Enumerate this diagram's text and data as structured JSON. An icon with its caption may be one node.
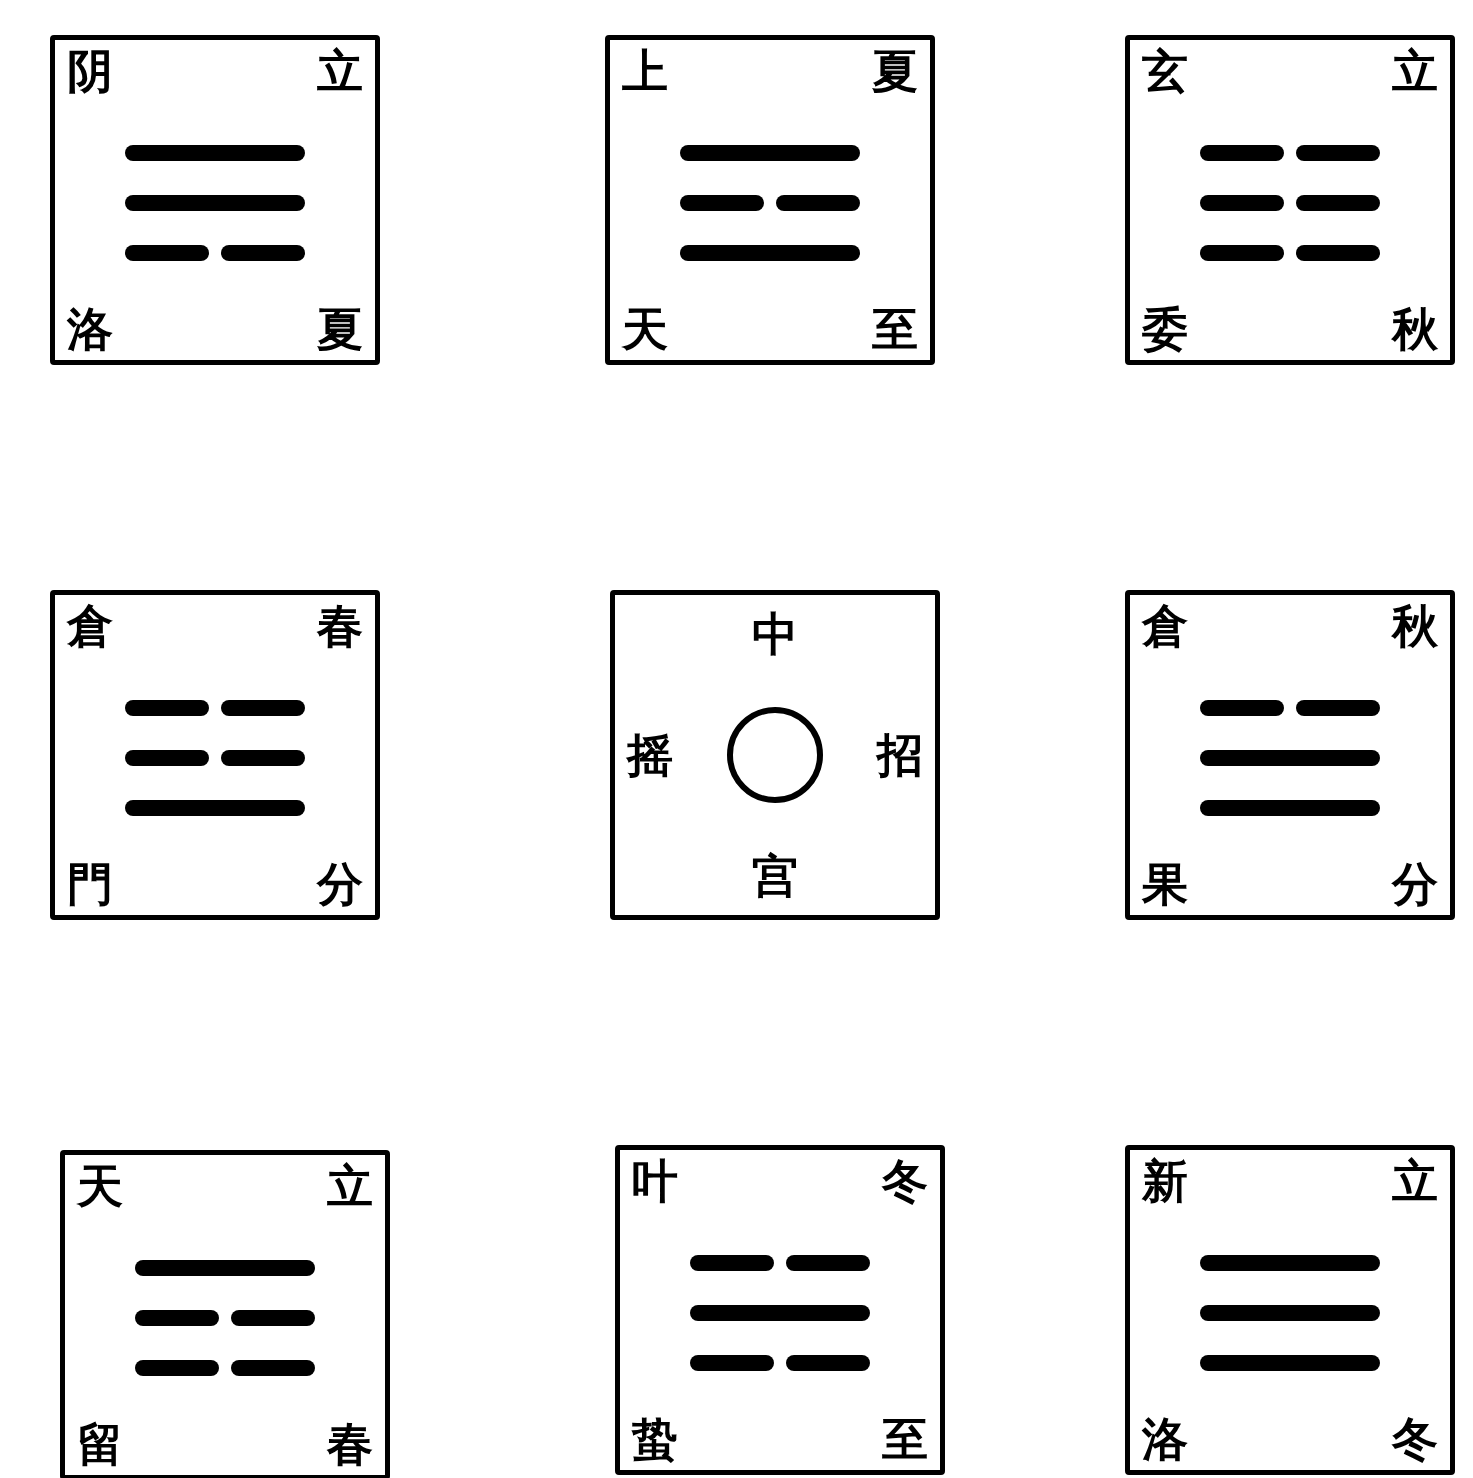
{
  "diagram": {
    "nodes": [
      {
        "text": [
          "阴",
          "立",
          "洛",
          "夏"
        ]
      },
      {
        "text": [
          "上",
          "夏",
          "天",
          "至"
        ]
      },
      {
        "text": [
          "玄",
          "立",
          "委",
          "秋"
        ]
      },
      {
        "text": [
          "倉",
          "春",
          "門",
          "分"
        ]
      },
      {
        "text": [
          "中",
          "摇",
          "招",
          "宫"
        ]
      },
      {
        "text": [
          "倉",
          "秋",
          "果",
          "分"
        ]
      },
      {
        "text": [
          "天",
          "立",
          "留",
          "春"
        ]
      },
      {
        "text": [
          "叶",
          "冬",
          "蛰",
          "至"
        ]
      },
      {
        "text": [
          "新",
          "立",
          "洛",
          "冬"
        ]
      },
      {
        "text": [],
        "shape": "circle",
        "in": 4
      }
    ]
  }
}
